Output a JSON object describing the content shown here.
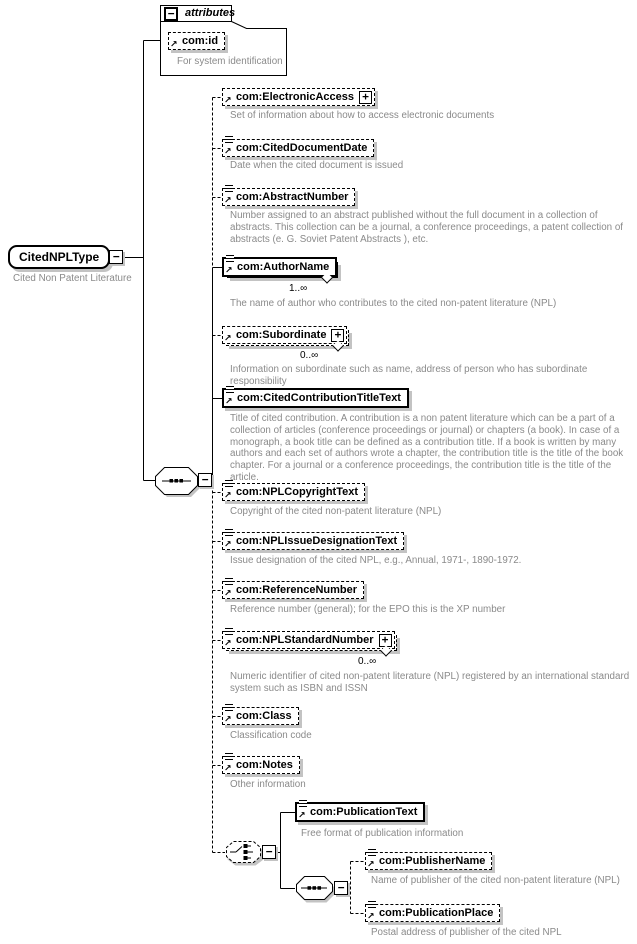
{
  "root": {
    "label": "CitedNPLType",
    "description": "Cited Non Patent Literature"
  },
  "attributes": {
    "header": "attributes",
    "items": [
      {
        "label": "com:id",
        "description": "For system identification"
      }
    ]
  },
  "elements": [
    {
      "label": "com:ElectronicAccess",
      "description": "Set of information about how to access electronic documents"
    },
    {
      "label": "com:CitedDocumentDate",
      "description": "Date when the cited document is issued"
    },
    {
      "label": "com:AbstractNumber",
      "description": "Number assigned to an abstract published without the full document in a collection of abstracts. This collection can be a journal, a conference proceedings, a patent collection of abstracts (e. G. Soviet Patent Abstracts ), etc."
    },
    {
      "label": "com:AuthorName",
      "occurrence": "1..∞",
      "description": "The name of author who contributes to the cited non-patent literature (NPL)"
    },
    {
      "label": "com:Subordinate",
      "occurrence": "0..∞",
      "description": "Information on subordinate such as name, address of person who has subordinate responsibility"
    },
    {
      "label": "com:CitedContributionTitleText",
      "description": "Title of cited contribution. A contribution is a non patent literature which can be a part of a collection of articles (conference proceedings or journal) or chapters (a book). In case of a monograph, a book title can be defined as a contribution title. If a book is written by many authors and each set of authors wrote a chapter, the contribution title is the title of the book chapter. For a journal or a conference proceedings, the contribution title is the title of the article."
    },
    {
      "label": "com:NPLCopyrightText",
      "description": "Copyright of the cited non-patent literature (NPL)"
    },
    {
      "label": "com:NPLIssueDesignationText",
      "description": "Issue designation of the cited NPL, e.g., Annual, 1971-, 1890-1972."
    },
    {
      "label": "com:ReferenceNumber",
      "description": "Reference number (general); for the EPO this is the XP number"
    },
    {
      "label": "com:NPLStandardNumber",
      "occurrence": "0..∞",
      "description": "Numeric identifier of cited non-patent literature (NPL) registered by an international standard system such as ISBN and ISSN"
    },
    {
      "label": "com:Class",
      "description": "Classification code"
    },
    {
      "label": "com:Notes",
      "description": "Other information"
    },
    {
      "label": "com:PublicationText",
      "description": "Free format of publication information"
    },
    {
      "label": "com:PublisherName",
      "description": "Name of publisher of the cited non-patent literature (NPL)"
    },
    {
      "label": "com:PublicationPlace",
      "description": "Postal address of publisher of the cited NPL"
    }
  ]
}
